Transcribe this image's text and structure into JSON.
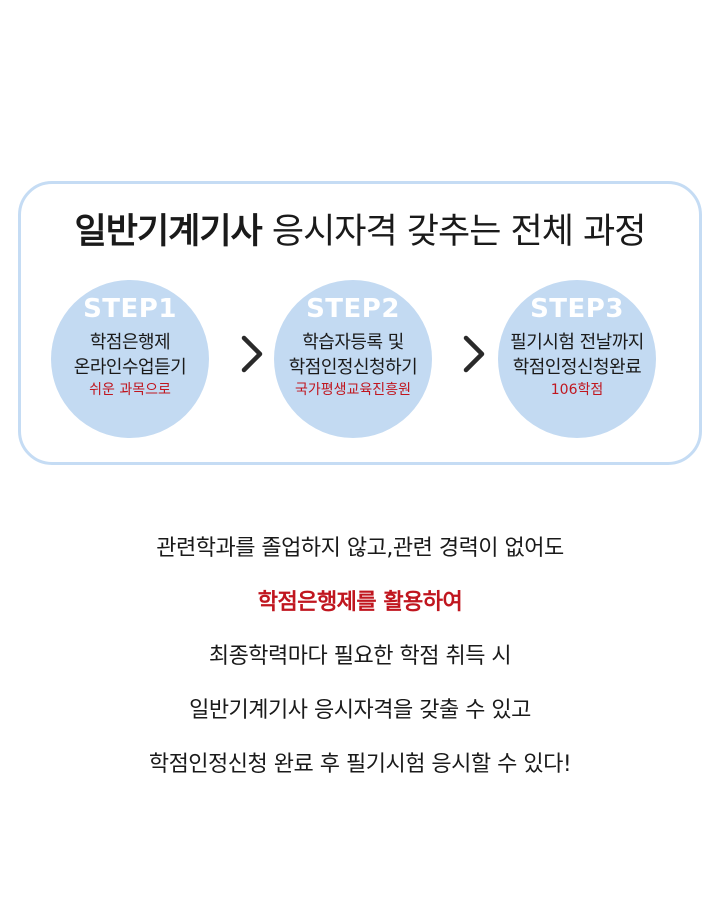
{
  "panel": {
    "title_strong": "일반기계기사",
    "title_light": " 응시자격 갖추는 전체 과정",
    "steps": [
      {
        "label": "STEP1",
        "line1": "학점은행제",
        "line2": "온라인수업듣기",
        "note": "쉬운 과목으로"
      },
      {
        "label": "STEP2",
        "line1": "학습자등록 및",
        "line2": "학점인정신청하기",
        "note": "국가평생교육진흥원"
      },
      {
        "label": "STEP3",
        "line1": "필기시험 전날까지",
        "line2": "학점인정신청완료",
        "note": "106학점"
      }
    ],
    "arrow_icon": "chevron-right-icon"
  },
  "body": {
    "lines": [
      "관련학과를 졸업하지 않고,관련 경력이 없어도",
      "학점은행제를 활용하여",
      "최종학력마다 필요한 학점 취득 시",
      "일반기계기사 응시자격을 갖출 수 있고",
      "학점인정신청 완료 후 필기시험 응시할 수 있다!"
    ]
  },
  "colors": {
    "circle": "#c3daf2",
    "border": "#c5dcf4",
    "accent_red": "#c0161f",
    "text": "#1a1a1a"
  }
}
